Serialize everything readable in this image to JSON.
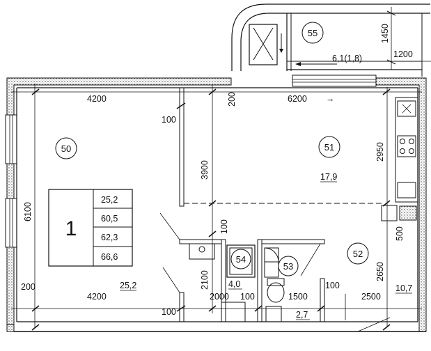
{
  "apartment": {
    "number": "1",
    "areas": [
      "25,2",
      "60,5",
      "62,3",
      "66,6"
    ]
  },
  "rooms": [
    {
      "id": "50",
      "area": "25,2"
    },
    {
      "id": "51",
      "area": "17,9"
    },
    {
      "id": "52",
      "area": "10,7"
    },
    {
      "id": "53",
      "area": "4,0"
    },
    {
      "id": "54",
      "area": "2,7"
    },
    {
      "id": "55",
      "area": "6,1(1,8)"
    }
  ],
  "dimensions": {
    "top_left": "4200",
    "top_right": "6200",
    "arrow": "→",
    "bottom_left": "4200",
    "bathroom_width": "2000",
    "wc_width": "1500",
    "hall_width": "2500",
    "room_depth": "6100",
    "partition_height": "3900",
    "kitchen_depth": "2950",
    "hall_depth": "2650",
    "bath_depth": "2100",
    "balcony_depth": "1450",
    "balcony_width": "1200",
    "wall_100_a": "100",
    "wall_100_b": "100",
    "wall_100_c": "100",
    "wall_100_d": "100",
    "wall_100_e": "100",
    "wall_200_a": "200",
    "wall_200_b": "200",
    "wall_500": "500"
  }
}
